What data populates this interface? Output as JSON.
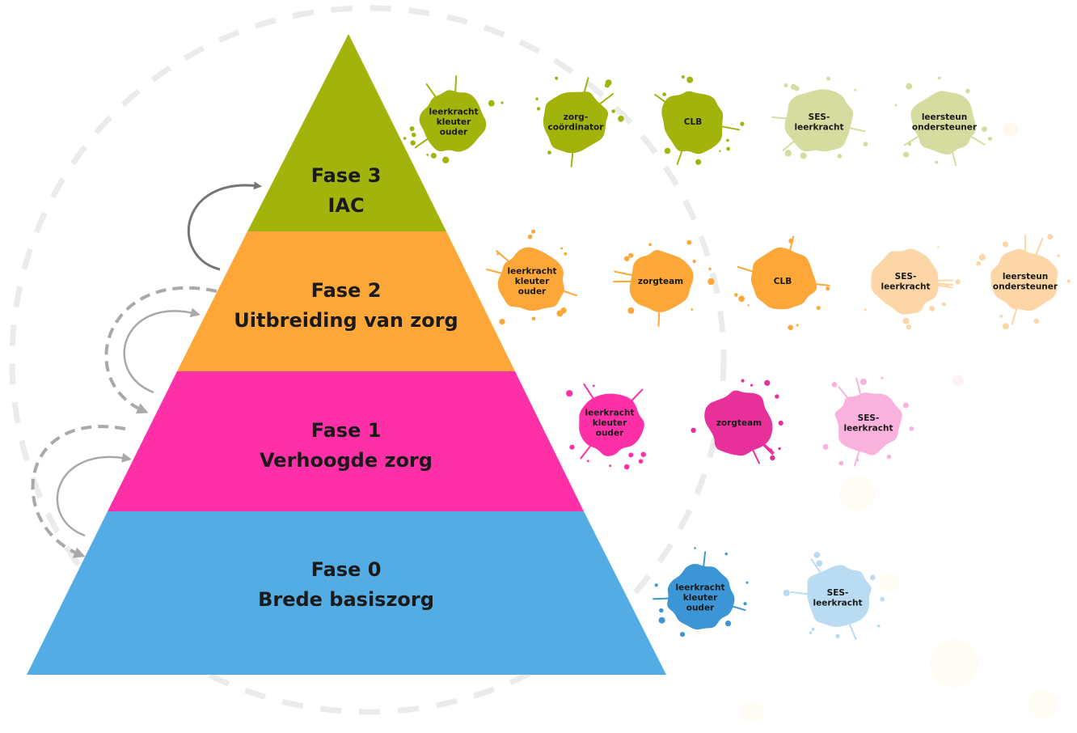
{
  "colors": {
    "fase3": "#a2b40c",
    "fase3_light": "#d6dc9f",
    "fase2": "#fca737",
    "fase2_light": "#fdd6a8",
    "fase1": "#ff30a7",
    "fase1_alt": "#e8309a",
    "fase1_light": "#f9b2db",
    "fase0": "#53ade4",
    "fase0_dark": "#3c96d6",
    "fase0_light": "#b9dcf3",
    "arrow_solid": "#757575",
    "arrow_dashed": "#a9a9a9",
    "outer_dashes": "#ebebeb"
  },
  "tiers": [
    {
      "id": "fase3",
      "title": "Fase 3",
      "subtitle": "IAC"
    },
    {
      "id": "fase2",
      "title": "Fase 2",
      "subtitle": "Uitbreiding van zorg"
    },
    {
      "id": "fase1",
      "title": "Fase 1",
      "subtitle": "Verhoogde zorg"
    },
    {
      "id": "fase0",
      "title": "Fase 0",
      "subtitle": "Brede basiszorg"
    }
  ],
  "splashes": {
    "fase3": [
      {
        "lines": [
          "leerkracht",
          "kleuter",
          "ouder"
        ],
        "color": "fase3"
      },
      {
        "lines": [
          "zorg-",
          "coördinator"
        ],
        "color": "fase3"
      },
      {
        "lines": [
          "CLB"
        ],
        "color": "fase3"
      },
      {
        "lines": [
          "SES-",
          "leerkracht"
        ],
        "color": "fase3_light"
      },
      {
        "lines": [
          "leersteun",
          "ondersteuner"
        ],
        "color": "fase3_light"
      }
    ],
    "fase2": [
      {
        "lines": [
          "leerkracht",
          "kleuter",
          "ouder"
        ],
        "color": "fase2"
      },
      {
        "lines": [
          "zorgteam"
        ],
        "color": "fase2"
      },
      {
        "lines": [
          "CLB"
        ],
        "color": "fase2"
      },
      {
        "lines": [
          "SES-",
          "leerkracht"
        ],
        "color": "fase2_light"
      },
      {
        "lines": [
          "leersteun",
          "ondersteuner"
        ],
        "color": "fase2_light"
      }
    ],
    "fase1": [
      {
        "lines": [
          "leerkracht",
          "kleuter",
          "ouder"
        ],
        "color": "fase1"
      },
      {
        "lines": [
          "zorgteam"
        ],
        "color": "fase1_alt"
      },
      {
        "lines": [
          "SES-",
          "leerkracht"
        ],
        "color": "fase1_light"
      }
    ],
    "fase0": [
      {
        "lines": [
          "leerkracht",
          "kleuter",
          "ouder"
        ],
        "color": "fase0_dark"
      },
      {
        "lines": [
          "SES-",
          "leerkracht"
        ],
        "color": "fase0_light"
      }
    ]
  }
}
